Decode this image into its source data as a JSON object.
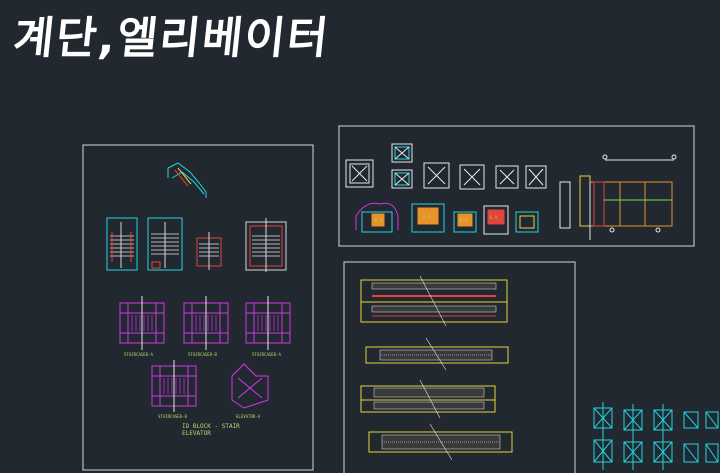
{
  "title": "계단,엘리베이터",
  "stair_panel": {
    "plan_labels": [
      "STAIRCASE8-A",
      "STAIRCASE8-B",
      "STAIRCASE8-A",
      "STAIRCASE8-B",
      "ELEVATOR-A"
    ],
    "caption_line1": "ID BLOCK - STAIR",
    "caption_line2": "ELEVATOR"
  },
  "elevator_panel": {
    "car_label": "E.V."
  },
  "colors": {
    "background": "#212830",
    "frame": "#d8d8d8",
    "cyan": "#22d3e0",
    "red": "#e0443a",
    "magenta": "#d236e6",
    "yellow": "#e8d23a",
    "orange": "#e8922a",
    "green": "#6ee04a"
  }
}
